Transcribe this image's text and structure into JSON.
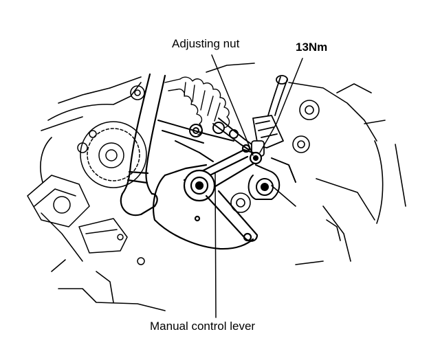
{
  "labels": {
    "adjusting_nut": "Adjusting nut",
    "torque": "13Nm",
    "manual_control_lever": "Manual control  lever"
  },
  "colors": {
    "ink": "#000000",
    "paper": "#ffffff"
  }
}
